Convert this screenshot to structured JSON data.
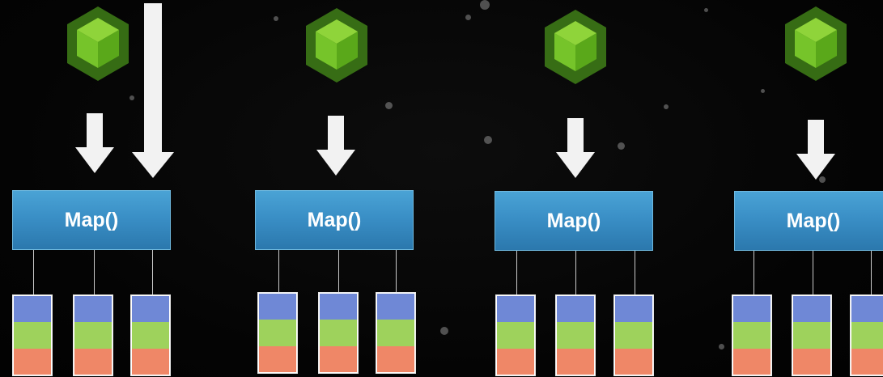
{
  "colors": {
    "background": "#050505",
    "cube_light": "#8fd43a",
    "cube_mid": "#6fbf22",
    "cube_dark": "#4e9a14",
    "cube_halo": "#3f7f18",
    "arrow": "#f2f2f2",
    "map_box": "#3a8fc6",
    "partition_top": "#6f88d6",
    "partition_middle": "#9ed25c",
    "partition_bottom": "#ef8767"
  },
  "mappers": [
    {
      "label": "Map()",
      "icon": "green-cube-icon"
    },
    {
      "label": "Map()",
      "icon": "green-cube-icon"
    },
    {
      "label": "Map()",
      "icon": "green-cube-icon"
    },
    {
      "label": "Map()",
      "icon": "green-cube-icon"
    }
  ]
}
